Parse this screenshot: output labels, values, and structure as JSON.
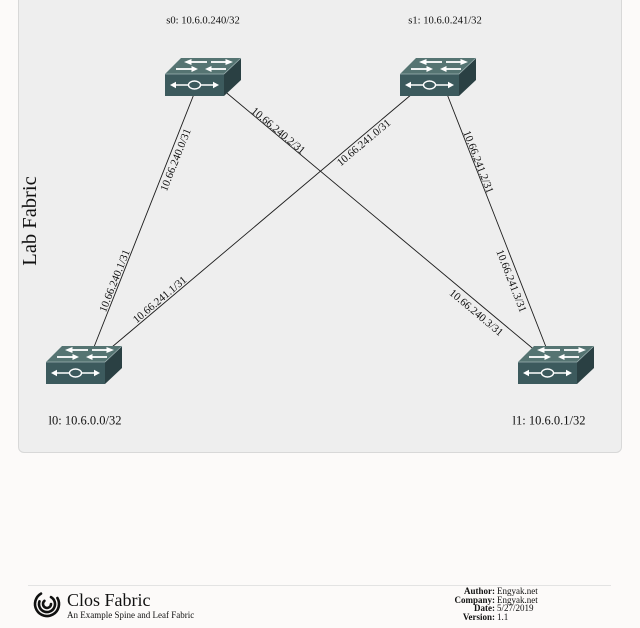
{
  "fabric": {
    "title": "Lab Fabric",
    "icon": "switch-icon",
    "spines": [
      {
        "label": "s0: 10.6.0.240/32",
        "links": [
          {
            "local": "10.66.240.0/31",
            "remote": "10.66.240.1/31"
          },
          {
            "local": "10.66.240.2/31",
            "remote": "10.66.240.3/31"
          }
        ]
      },
      {
        "label": "s1: 10.6.0.241/32",
        "links": [
          {
            "local": "10.66.241.0/31",
            "remote": "10.66.241.1/31"
          },
          {
            "local": "10.66.241.2/31",
            "remote": "10.66.241.3/31"
          }
        ]
      }
    ],
    "leaves": [
      {
        "label": "l0: 10.6.0.0/32"
      },
      {
        "label": "l1: 10.6.0.1/32"
      }
    ]
  },
  "title_block": {
    "logo_icon": "spiral-logo-icon",
    "title": "Clos Fabric",
    "subtitle": "An Example Spine and Leaf Fabric",
    "fields": [
      {
        "label": "Author:",
        "value": "Engyak.net"
      },
      {
        "label": "Company:",
        "value": "Engyak.net"
      },
      {
        "label": "Date:",
        "value": "5/27/2019"
      },
      {
        "label": "Version:",
        "value": "1.1"
      }
    ]
  },
  "colors": {
    "page_bg": "#fcfaf9",
    "panel_bg": "#eeeeee",
    "panel_border": "#d8d8d8",
    "switch_top": "#557472",
    "switch_front": "#3c5a5d",
    "switch_side": "#2a4043",
    "link_line": "#1c1c1c",
    "ink": "#111111"
  }
}
